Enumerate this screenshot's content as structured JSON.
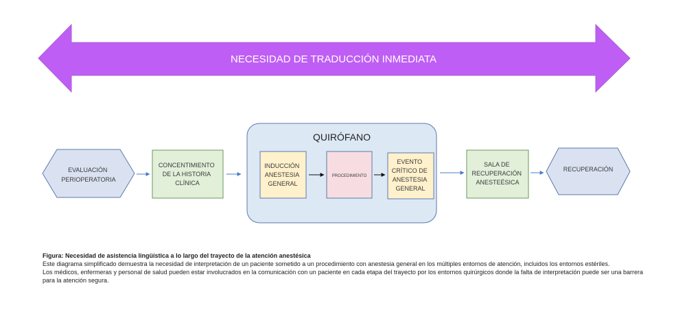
{
  "banner": {
    "text": "NECESIDAD DE TRADUCCIÓN INMEDIATA"
  },
  "stages": {
    "evaluacion": [
      "EVALUACIÓN",
      "PERIOPERATORIA"
    ],
    "consentimiento": [
      "CONCENTIMIENTO",
      "DE LA HISTORIA",
      "CLÍNICA"
    ],
    "quirofano": "QUIRÓFANO",
    "induccion": [
      "INDUCCIÓN",
      "ANESTESIA",
      "GENERAL"
    ],
    "procedimiento": "PROCEDIMIENTO",
    "evento": [
      "EVENTO",
      "CRÍTICO DE",
      "ANESTESIA",
      "GENERAL"
    ],
    "sala": [
      "SALA DE",
      "RECUPERACIÓN",
      "ANESTEÉSICA"
    ],
    "recuperacion": "RECUPERACIÓN"
  },
  "caption": {
    "title": "Figura: Necesidad de asistencia lingüística a lo largo del trayecto de la atención anestésica",
    "line1": "Este diagrama simplificado demuestra la necesidad de interpretación de un paciente sometido a un procedimiento con anestesia general en los múltiples entornos de atención, incluidos los entornos estériles.",
    "line2": "Los médicos, enfermeras y personal de salud pueden estar involucrados en la comunicación con un paciente en cada etapa del trayecto por los entornos quirúrgicos donde la falta de interpretación puede ser una barrera para la atención segura."
  },
  "colors": {
    "banner": "#bf5ef5",
    "quirofano_bg": "#dde8f5",
    "hexagon_fill": "#dae2f2",
    "green_box": "#e2efd9",
    "yellow_box": "#fff1cc",
    "pink_box": "#f7dde2",
    "arrow": "#4a7ec4"
  }
}
